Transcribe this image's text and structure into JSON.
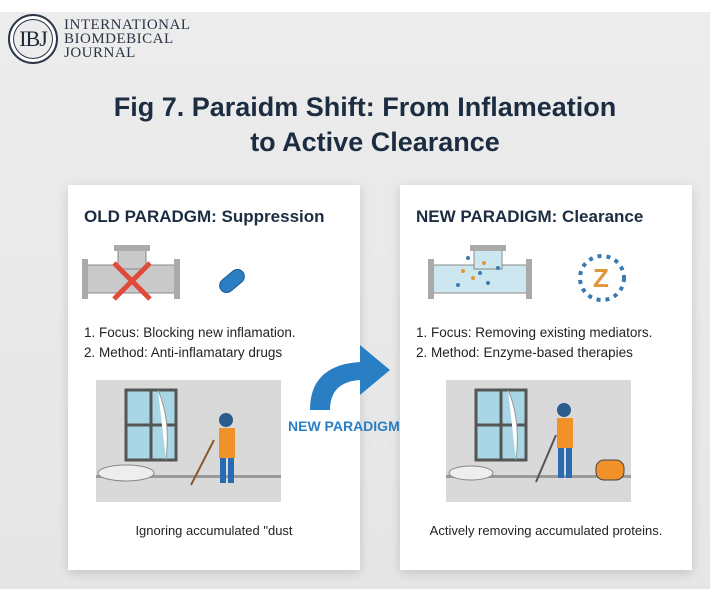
{
  "journal": {
    "logo": "IBJ",
    "name_lines": [
      "INTERNATIONAL",
      "BIOMDEBICAL",
      "JOURNAL"
    ]
  },
  "title": {
    "line1": "Fig 7. Paraidm Shift: From Inflameation",
    "line2": "to Active Clearance"
  },
  "old": {
    "heading": "OLD PARADGM: Suppression",
    "points": [
      "1. Focus: Blocking new inflamation.",
      "2. Method: Anti-inflamatary drugs"
    ],
    "caption": "Ignoring accumulated \"dust"
  },
  "arrow": {
    "label": "NEW PARADIGM"
  },
  "new": {
    "heading": "NEW PARADIGM: Clearance",
    "points": [
      "1. Focus: Removing existing mediators.",
      "2. Method: Enzyme-based therapies"
    ],
    "caption": "Actively removing accumulated proteins."
  },
  "colors": {
    "navy": "#1c2d42",
    "blue": "#2a7fc4",
    "orange": "#f0912a",
    "red": "#e04a3a"
  }
}
